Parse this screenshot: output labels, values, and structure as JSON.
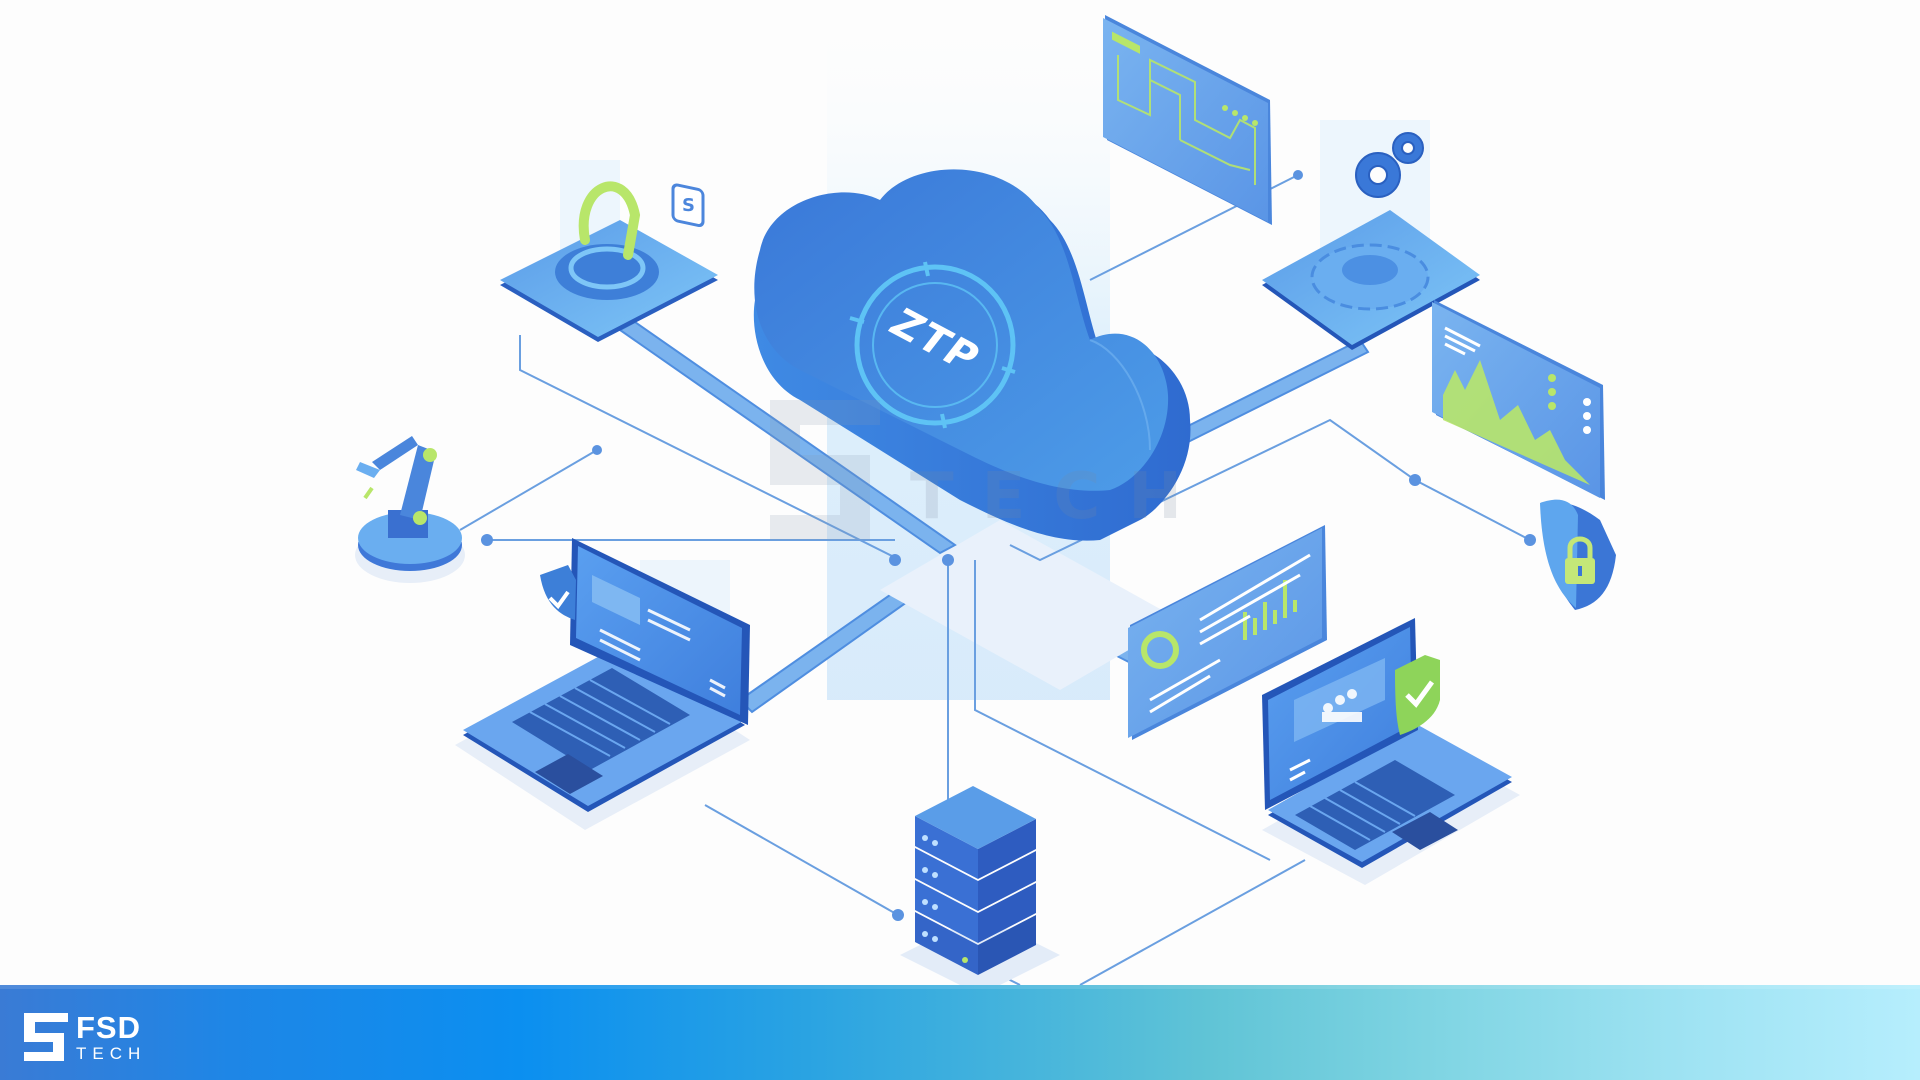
{
  "illustration": {
    "center": {
      "label": "ZTP",
      "icon": "cloud-icon",
      "description": "Zero Touch Provisioning cloud hub"
    },
    "watermark": {
      "text": "TECH",
      "brand": "FSD"
    },
    "nodes": [
      {
        "id": "power-tile",
        "icon": "power-button-icon"
      },
      {
        "id": "sync-badge",
        "icon": "refresh-sync-icon"
      },
      {
        "id": "circuit-panel",
        "icon": "circuit-diagram-icon"
      },
      {
        "id": "gears",
        "icon": "gears-icon"
      },
      {
        "id": "settings-tile",
        "icon": "gear-icon"
      },
      {
        "id": "analytics-panel",
        "icon": "area-chart-icon"
      },
      {
        "id": "security-shield",
        "icon": "shield-lock-icon"
      },
      {
        "id": "robot-arm",
        "icon": "robotic-arm-icon"
      },
      {
        "id": "laptop-left",
        "icon": "laptop-icon",
        "badge": "shield-check-icon"
      },
      {
        "id": "dashboard-panel",
        "icon": "bar-chart-icon"
      },
      {
        "id": "laptop-right",
        "icon": "laptop-icon",
        "badge": "shield-check-icon"
      },
      {
        "id": "server-stack",
        "icon": "server-icon"
      }
    ],
    "colors": {
      "primary_blue": "#3d7fe0",
      "dark_blue": "#2356b8",
      "light_blue": "#7cc0f5",
      "accent_green": "#a8e063",
      "line_blue": "#6a9fe0"
    }
  },
  "footer": {
    "logo": {
      "primary": "FSD",
      "secondary": "TECH"
    },
    "gradient": [
      "#3a7bd5",
      "#0b8ff0",
      "#60c4d6",
      "#b6eefd"
    ]
  }
}
